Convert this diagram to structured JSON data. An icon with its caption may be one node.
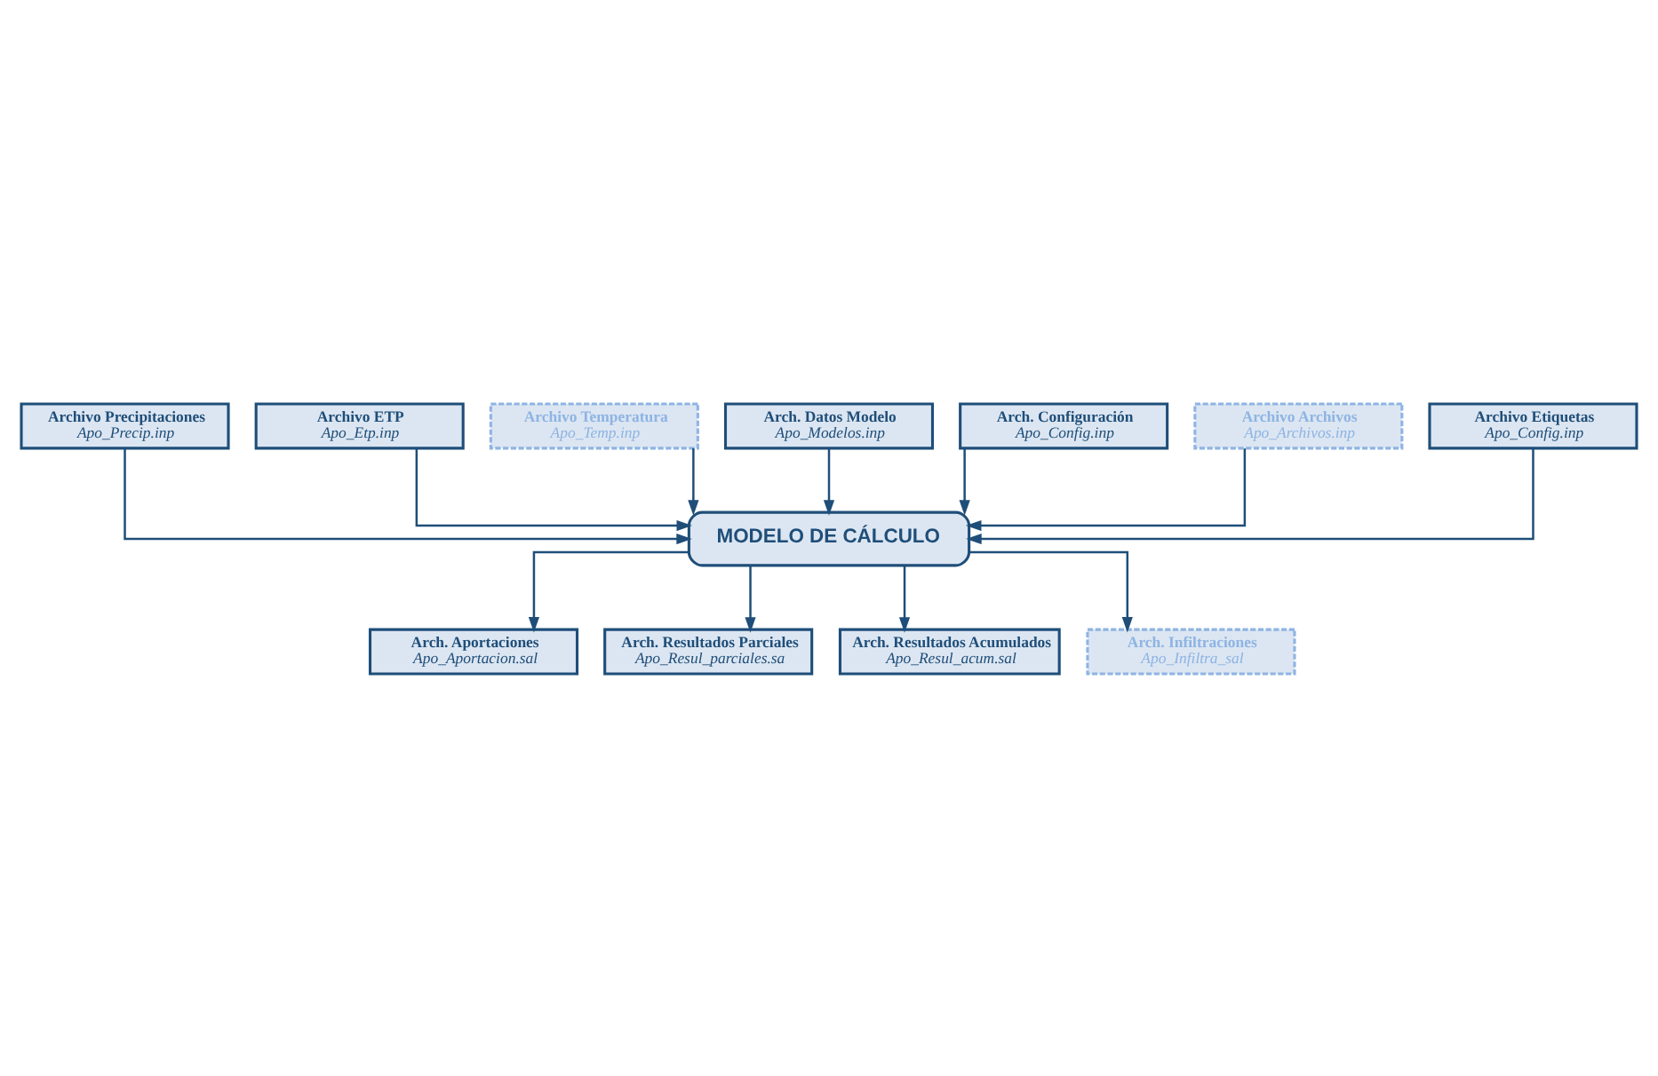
{
  "diagram": {
    "nodes": [
      {
        "text": [
          "Archivo Precipitaciones",
          "Apo_Precip.inp"
        ]
      },
      {
        "text": [
          "Archivo ETP",
          "Apo_Etp.inp"
        ]
      },
      {
        "text": [
          "Archivo Temperatura",
          "Apo_Temp.inp"
        ]
      },
      {
        "text": [
          "MODELO DE CÁLCULO"
        ]
      },
      {
        "text": [
          "Arch. Datos Modelo",
          "Apo_Modelos.inp"
        ]
      },
      {
        "text": [
          "Arch. Configuración",
          "Apo_Config.inp"
        ]
      },
      {
        "text": [
          "Archivo Archivos",
          "Apo_Archivos.inp"
        ]
      },
      {
        "text": [
          "Archivo Etiquetas",
          "Apo_Config.inp"
        ]
      },
      {
        "text": [
          "Arch. Aportaciones",
          "Apo_Aportacion.sal"
        ]
      },
      {
        "text": [
          "Arch. Resultados Parciales",
          "Apo_Resul_parciales.sa"
        ]
      },
      {
        "text": [
          "Arch. Resultados Acumulados",
          "Apo_Resul_acum.sal"
        ]
      },
      {
        "text": [
          "Arch. Infiltraciones",
          "Apo_Infiltra_sal"
        ]
      }
    ],
    "edges": [
      {
        "from": 0,
        "to": 3,
        "arrow": "to"
      },
      {
        "from": 1,
        "to": 3,
        "arrow": "to"
      },
      {
        "from": 2,
        "to": 3,
        "arrow": "to"
      },
      {
        "from": 4,
        "to": 3,
        "arrow": "to"
      },
      {
        "from": 5,
        "to": 3,
        "arrow": "to"
      },
      {
        "from": 6,
        "to": 3,
        "arrow": "to"
      },
      {
        "from": 7,
        "to": 3,
        "arrow": "to"
      },
      {
        "from": 3,
        "to": 8,
        "arrow": "to"
      },
      {
        "from": 3,
        "to": 9,
        "arrow": "to"
      },
      {
        "from": 3,
        "to": 10,
        "arrow": "to"
      },
      {
        "from": 3,
        "to": 11,
        "arrow": "to"
      }
    ]
  }
}
